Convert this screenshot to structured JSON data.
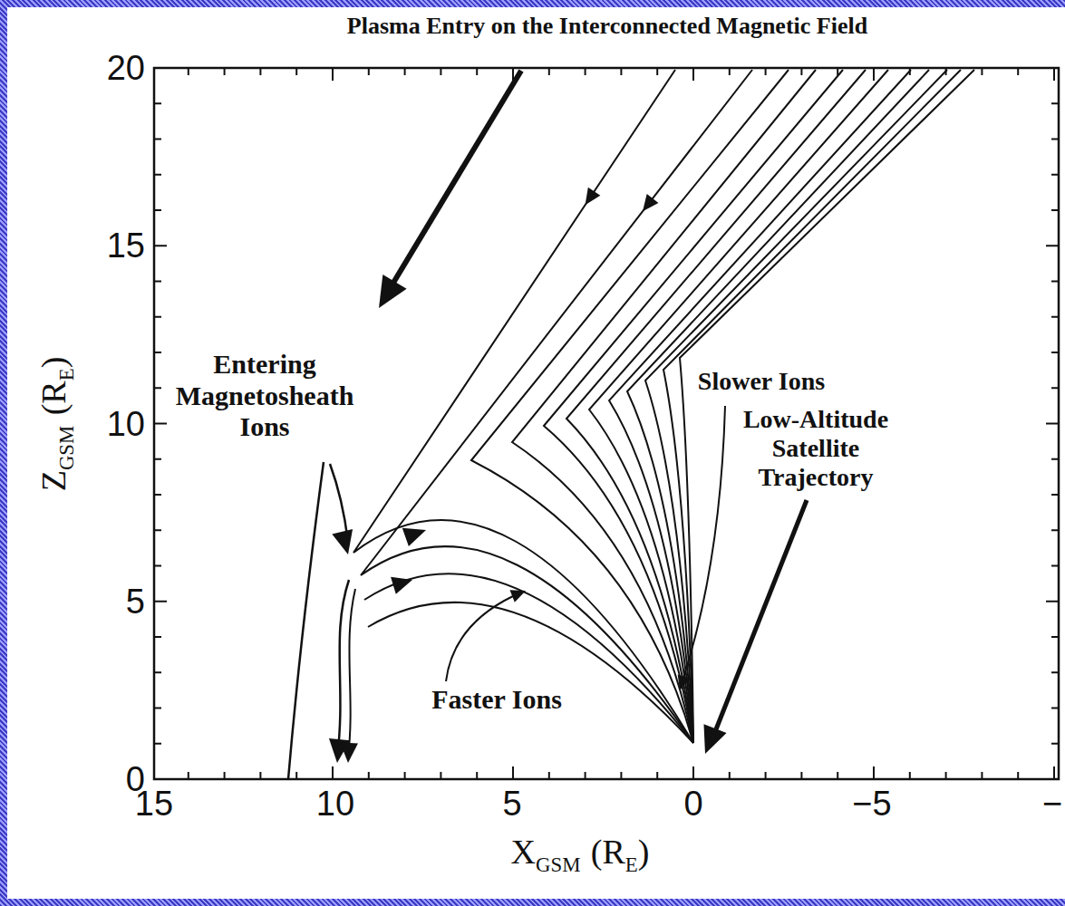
{
  "diagram": {
    "title": "Plasma Entry on the Interconnected Magnetic Field",
    "labels": [
      "Entering Magnetosheath Ions",
      "Slower Ions",
      "Low-Altitude Satellite Trajectory",
      "Faster Ions",
      "20",
      "15",
      "10",
      "5",
      "0",
      "15",
      "10",
      "5",
      "0",
      "−5",
      "−",
      "Z",
      "GSM",
      "(R",
      "E",
      ")",
      "X",
      "GSM",
      "(R",
      "E",
      ")"
    ]
  }
}
